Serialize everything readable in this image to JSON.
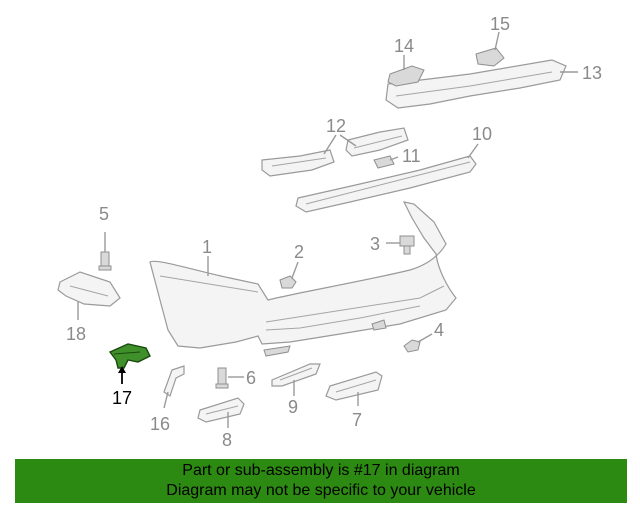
{
  "diagram": {
    "callouts": {
      "c1": "1",
      "c2": "2",
      "c3": "3",
      "c4": "4",
      "c5": "5",
      "c6": "6",
      "c7": "7",
      "c8": "8",
      "c9": "9",
      "c10": "10",
      "c11": "11",
      "c12": "12",
      "c13": "13",
      "c14": "14",
      "c15": "15",
      "c16": "16",
      "c17": "17",
      "c18": "18"
    },
    "highlighted_part": "17",
    "highlight_color": "#3f8f2a"
  },
  "banner": {
    "line1": "Part or sub-assembly is #17 in diagram",
    "line2": "Diagram may not be specific to your vehicle",
    "background": "#2c8a12"
  }
}
